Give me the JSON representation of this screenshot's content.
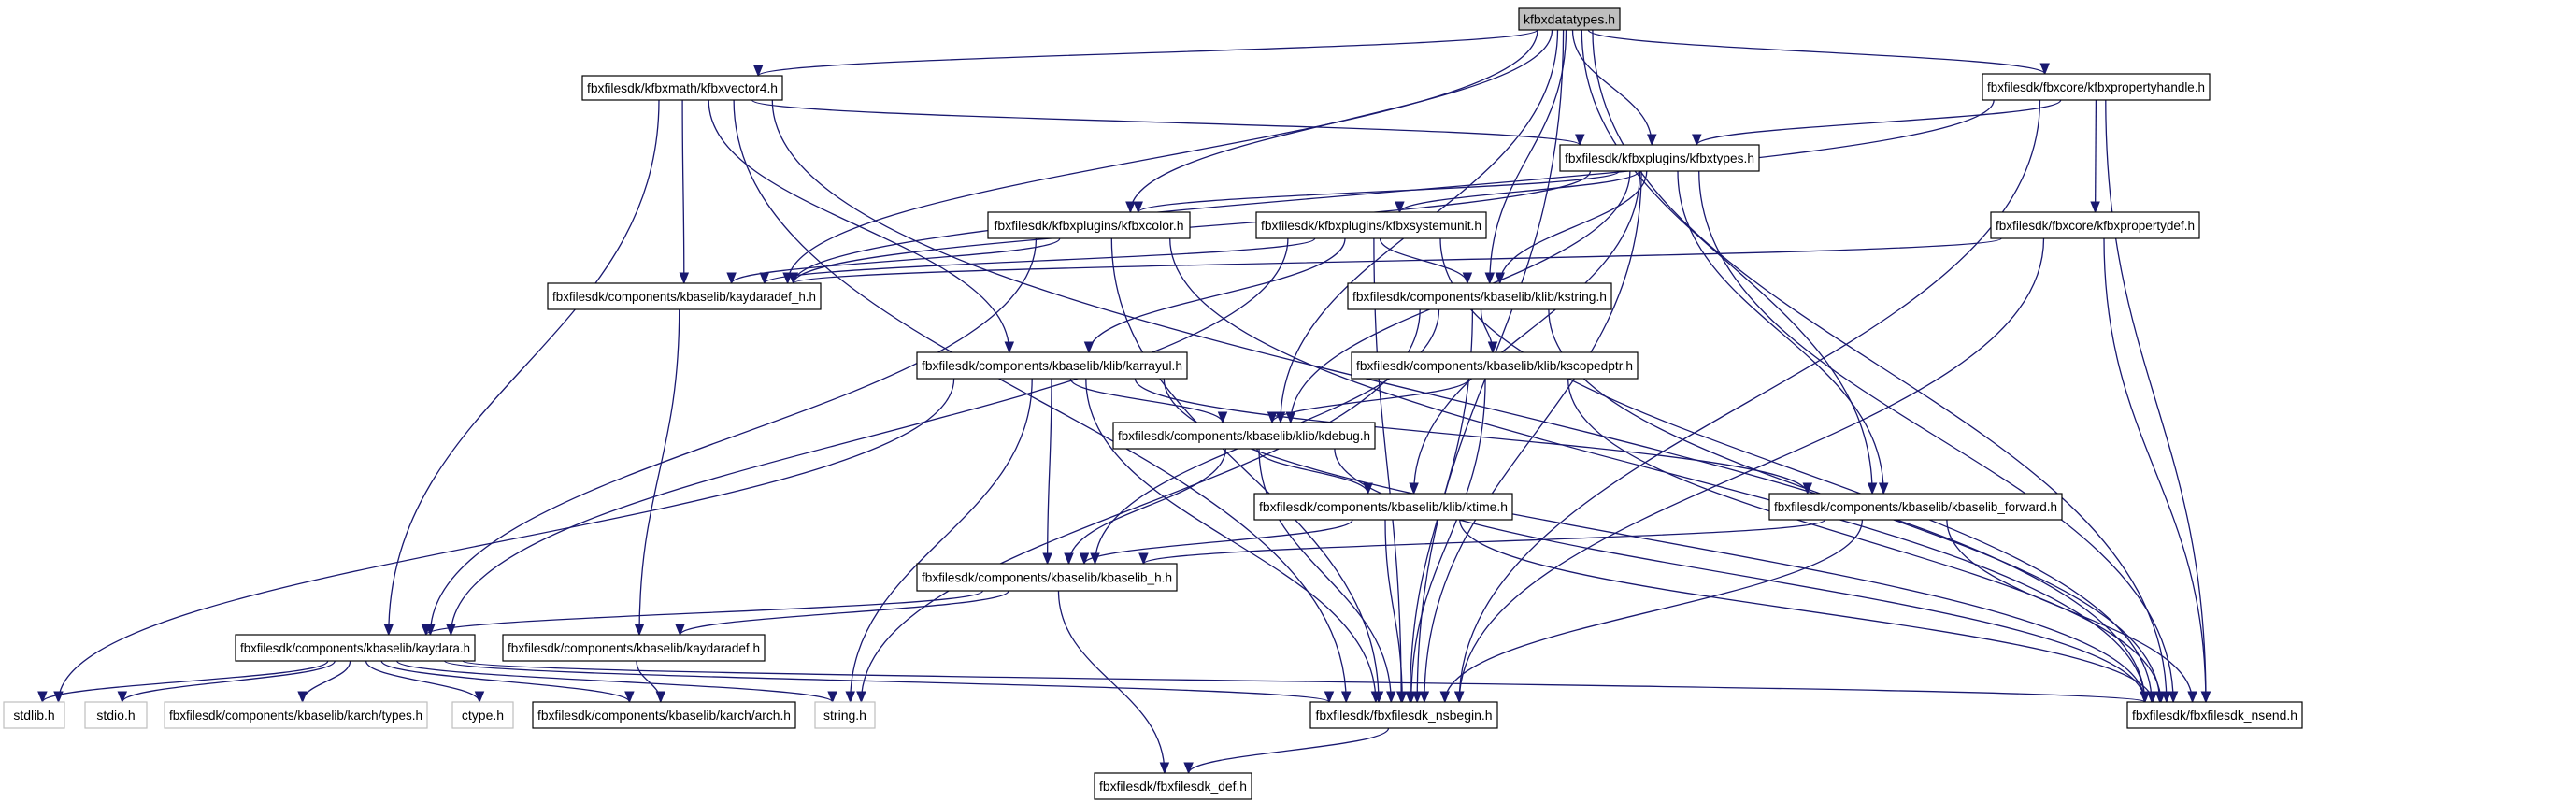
{
  "title": "kfbxdatatypes.h include dependency graph",
  "colors": {
    "edge": "#191970",
    "root_fill": "#bfbfbf",
    "node_fill": "#ffffff",
    "node_border": "#000000",
    "external_border": "#bfbfbf"
  },
  "nodes": [
    {
      "id": "datatypes",
      "label": "kfbxdatatypes.h",
      "kind": "root"
    },
    {
      "id": "vector4",
      "label": "fbxfilesdk/kfbxmath/kfbxvector4.h",
      "kind": "doc"
    },
    {
      "id": "prophandle",
      "label": "fbxfilesdk/fbxcore/kfbxpropertyhandle.h",
      "kind": "doc"
    },
    {
      "id": "kfbxtypes",
      "label": "fbxfilesdk/kfbxplugins/kfbxtypes.h",
      "kind": "doc"
    },
    {
      "id": "kfbxcolor",
      "label": "fbxfilesdk/kfbxplugins/kfbxcolor.h",
      "kind": "doc"
    },
    {
      "id": "systemunit",
      "label": "fbxfilesdk/kfbxplugins/kfbxsystemunit.h",
      "kind": "doc"
    },
    {
      "id": "propdef",
      "label": "fbxfilesdk/fbxcore/kfbxpropertydef.h",
      "kind": "doc"
    },
    {
      "id": "kaydaradef_h",
      "label": "fbxfilesdk/components/kbaselib/kaydaradef_h.h",
      "kind": "doc"
    },
    {
      "id": "kstring",
      "label": "fbxfilesdk/components/kbaselib/klib/kstring.h",
      "kind": "doc"
    },
    {
      "id": "karrayul",
      "label": "fbxfilesdk/components/kbaselib/klib/karrayul.h",
      "kind": "doc"
    },
    {
      "id": "kscopedptr",
      "label": "fbxfilesdk/components/kbaselib/klib/kscopedptr.h",
      "kind": "doc"
    },
    {
      "id": "kdebug",
      "label": "fbxfilesdk/components/kbaselib/klib/kdebug.h",
      "kind": "doc"
    },
    {
      "id": "ktime",
      "label": "fbxfilesdk/components/kbaselib/klib/ktime.h",
      "kind": "doc"
    },
    {
      "id": "kbforward",
      "label": "fbxfilesdk/components/kbaselib/kbaselib_forward.h",
      "kind": "doc"
    },
    {
      "id": "kbaselib_h",
      "label": "fbxfilesdk/components/kbaselib/kbaselib_h.h",
      "kind": "doc"
    },
    {
      "id": "kaydara",
      "label": "fbxfilesdk/components/kbaselib/kaydara.h",
      "kind": "doc"
    },
    {
      "id": "kaydaradef",
      "label": "fbxfilesdk/components/kbaselib/kaydaradef.h",
      "kind": "doc"
    },
    {
      "id": "stdlib",
      "label": "stdlib.h",
      "kind": "ext"
    },
    {
      "id": "stdio",
      "label": "stdio.h",
      "kind": "ext"
    },
    {
      "id": "karchtypes",
      "label": "fbxfilesdk/components/kbaselib/karch/types.h",
      "kind": "ext"
    },
    {
      "id": "ctype",
      "label": "ctype.h",
      "kind": "ext"
    },
    {
      "id": "arch",
      "label": "fbxfilesdk/components/kbaselib/karch/arch.h",
      "kind": "doc"
    },
    {
      "id": "string",
      "label": "string.h",
      "kind": "ext"
    },
    {
      "id": "nsbegin",
      "label": "fbxfilesdk/fbxfilesdk_nsbegin.h",
      "kind": "doc"
    },
    {
      "id": "nsend",
      "label": "fbxfilesdk/fbxfilesdk_nsend.h",
      "kind": "doc"
    },
    {
      "id": "def",
      "label": "fbxfilesdk/fbxfilesdk_def.h",
      "kind": "doc"
    }
  ],
  "edges": [
    [
      "datatypes",
      "vector4"
    ],
    [
      "datatypes",
      "prophandle"
    ],
    [
      "datatypes",
      "kfbxtypes"
    ],
    [
      "datatypes",
      "kfbxcolor"
    ],
    [
      "datatypes",
      "kaydaradef_h"
    ],
    [
      "datatypes",
      "kstring"
    ],
    [
      "datatypes",
      "kdebug"
    ],
    [
      "datatypes",
      "kbforward"
    ],
    [
      "datatypes",
      "nsbegin"
    ],
    [
      "datatypes",
      "nsend"
    ],
    [
      "vector4",
      "kfbxtypes"
    ],
    [
      "vector4",
      "kaydaradef_h"
    ],
    [
      "vector4",
      "karrayul"
    ],
    [
      "vector4",
      "kaydara"
    ],
    [
      "vector4",
      "nsbegin"
    ],
    [
      "vector4",
      "nsend"
    ],
    [
      "prophandle",
      "kfbxtypes"
    ],
    [
      "prophandle",
      "propdef"
    ],
    [
      "prophandle",
      "kaydaradef_h"
    ],
    [
      "prophandle",
      "nsbegin"
    ],
    [
      "prophandle",
      "nsend"
    ],
    [
      "kfbxtypes",
      "kfbxcolor"
    ],
    [
      "kfbxtypes",
      "systemunit"
    ],
    [
      "kfbxtypes",
      "kaydaradef_h"
    ],
    [
      "kfbxtypes",
      "kstring"
    ],
    [
      "kfbxtypes",
      "kdebug"
    ],
    [
      "kfbxtypes",
      "ktime"
    ],
    [
      "kfbxtypes",
      "kbforward"
    ],
    [
      "kfbxtypes",
      "nsbegin"
    ],
    [
      "kfbxtypes",
      "nsend"
    ],
    [
      "kfbxcolor",
      "kaydaradef_h"
    ],
    [
      "kfbxcolor",
      "kaydara"
    ],
    [
      "kfbxcolor",
      "nsbegin"
    ],
    [
      "kfbxcolor",
      "nsend"
    ],
    [
      "systemunit",
      "kaydaradef_h"
    ],
    [
      "systemunit",
      "kstring"
    ],
    [
      "systemunit",
      "karrayul"
    ],
    [
      "systemunit",
      "kaydara"
    ],
    [
      "systemunit",
      "nsbegin"
    ],
    [
      "systemunit",
      "nsend"
    ],
    [
      "propdef",
      "kaydaradef_h"
    ],
    [
      "propdef",
      "nsbegin"
    ],
    [
      "propdef",
      "nsend"
    ],
    [
      "kaydaradef_h",
      "kaydaradef"
    ],
    [
      "kstring",
      "kscopedptr"
    ],
    [
      "kstring",
      "kbaselib_h"
    ],
    [
      "kstring",
      "string"
    ],
    [
      "kstring",
      "nsbegin"
    ],
    [
      "kstring",
      "nsend"
    ],
    [
      "karrayul",
      "kdebug"
    ],
    [
      "karrayul",
      "kbaselib_h"
    ],
    [
      "karrayul",
      "kbforward"
    ],
    [
      "karrayul",
      "stdlib"
    ],
    [
      "karrayul",
      "string"
    ],
    [
      "karrayul",
      "nsbegin"
    ],
    [
      "karrayul",
      "nsend"
    ],
    [
      "kscopedptr",
      "kdebug"
    ],
    [
      "kscopedptr",
      "nsbegin"
    ],
    [
      "kscopedptr",
      "nsend"
    ],
    [
      "kdebug",
      "ktime"
    ],
    [
      "kdebug",
      "kbaselib_h"
    ],
    [
      "kdebug",
      "nsbegin"
    ],
    [
      "kdebug",
      "nsend"
    ],
    [
      "ktime",
      "kbaselib_h"
    ],
    [
      "ktime",
      "nsbegin"
    ],
    [
      "ktime",
      "nsend"
    ],
    [
      "kbforward",
      "kbaselib_h"
    ],
    [
      "kbforward",
      "nsbegin"
    ],
    [
      "kbforward",
      "nsend"
    ],
    [
      "kbaselib_h",
      "kaydara"
    ],
    [
      "kbaselib_h",
      "kaydaradef"
    ],
    [
      "kbaselib_h",
      "def"
    ],
    [
      "kaydara",
      "stdlib"
    ],
    [
      "kaydara",
      "stdio"
    ],
    [
      "kaydara",
      "karchtypes"
    ],
    [
      "kaydara",
      "ctype"
    ],
    [
      "kaydara",
      "arch"
    ],
    [
      "kaydara",
      "string"
    ],
    [
      "kaydara",
      "nsbegin"
    ],
    [
      "kaydara",
      "nsend"
    ],
    [
      "kaydaradef",
      "arch"
    ],
    [
      "nsbegin",
      "def"
    ]
  ]
}
